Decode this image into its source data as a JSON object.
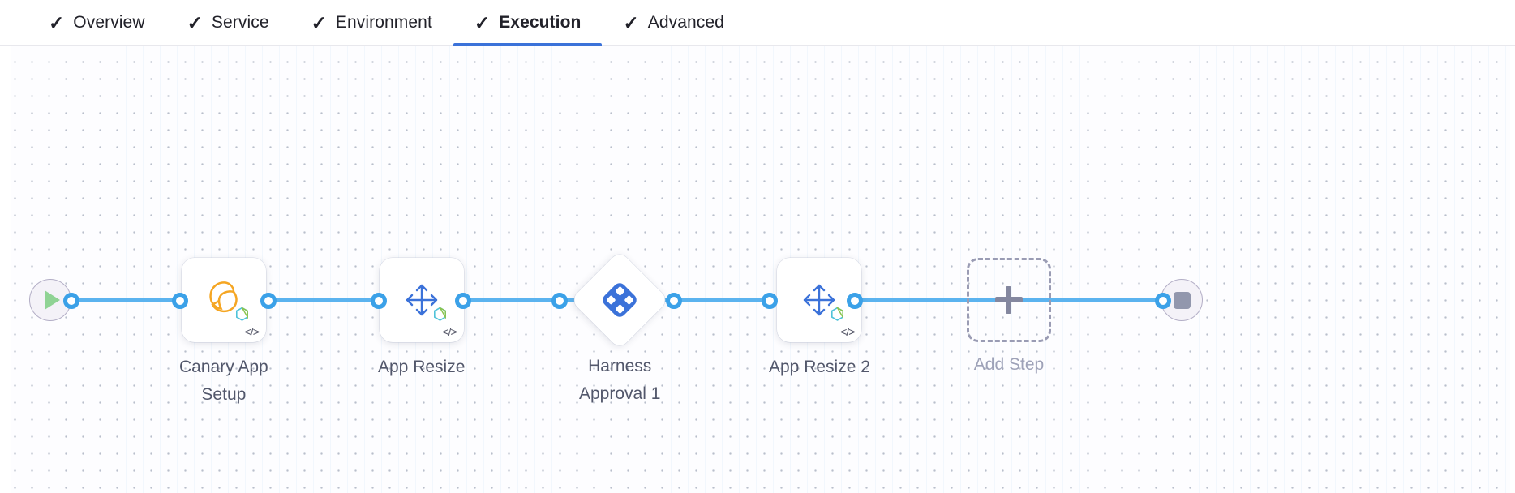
{
  "tabs": [
    {
      "label": "Overview",
      "icon": "check-icon",
      "active": false
    },
    {
      "label": "Service",
      "icon": "check-icon",
      "active": false
    },
    {
      "label": "Environment",
      "icon": "check-icon",
      "active": false
    },
    {
      "label": "Execution",
      "icon": "check-icon",
      "active": true
    },
    {
      "label": "Advanced",
      "icon": "check-icon",
      "active": false
    }
  ],
  "colors": {
    "accent_blue": "#3b72d9",
    "connector_blue": "#5bb3ef",
    "connector_dot": "#3ba1e8",
    "harness_logo_blue": "#3b72d9",
    "canary_orange": "#f5a623",
    "resize_arrow_blue": "#3b72d9",
    "start_play_green": "#8fd394",
    "stop_square_gray": "#9297ad",
    "add_step_dashed": "#9a9cb4",
    "label_text": "#52576b",
    "add_step_text": "#9ea2b8",
    "canvas_bg": "#fdfdff",
    "grid_dot": "#b9bfcc"
  },
  "pipeline": {
    "start_node": {
      "name": "start-node",
      "icon": "play-icon"
    },
    "end_node": {
      "name": "end-node",
      "icon": "stop-icon"
    },
    "steps": [
      {
        "label": "Canary App\nSetup",
        "icon": "canary-bird-icon",
        "shape": "card",
        "code_indicator": "</>",
        "has_badge": true
      },
      {
        "label": "App Resize",
        "icon": "resize-arrows-icon",
        "shape": "card",
        "code_indicator": "</>",
        "has_badge": true
      },
      {
        "label": "Harness\nApproval 1",
        "icon": "harness-logo-icon",
        "shape": "diamond",
        "code_indicator": "",
        "has_badge": false
      },
      {
        "label": "App Resize 2",
        "icon": "resize-arrows-icon",
        "shape": "card",
        "code_indicator": "</>",
        "has_badge": true
      }
    ],
    "add_step": {
      "label": "Add Step",
      "icon": "plus-icon"
    }
  }
}
